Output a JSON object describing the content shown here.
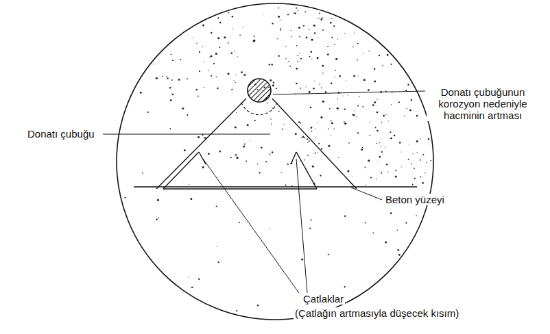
{
  "diagram": {
    "labels": [
      "Donatı çubuğu",
      "Donatı çubuğunun korozyon nedeniyle hacminin artması",
      "Beton yüzeyi",
      "Çatlaklar",
      "(Çatlağın artmasıyla düşecek kısım)"
    ]
  }
}
